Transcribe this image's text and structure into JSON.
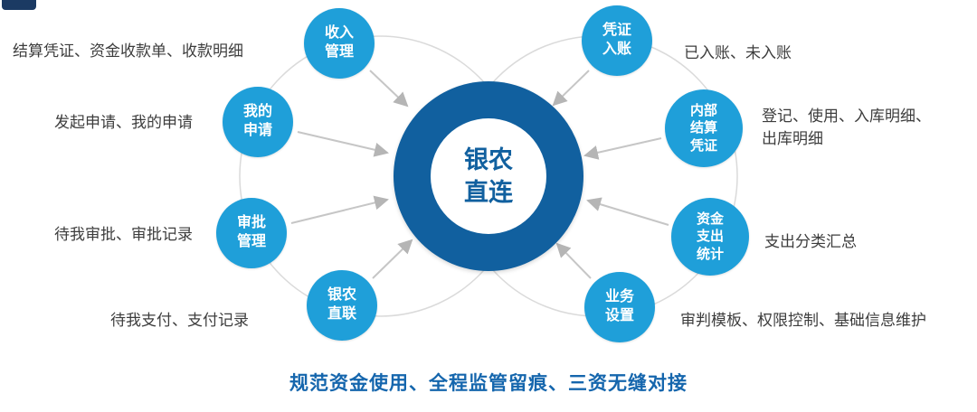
{
  "center": {
    "title": "银农\n直连"
  },
  "nodes": {
    "left": [
      {
        "label": "收入\n管理",
        "desc": "结算凭证、资金收款单、收款明细"
      },
      {
        "label": "我的\n申请",
        "desc": "发起申请、我的申请"
      },
      {
        "label": "审批\n管理",
        "desc": "待我审批、审批记录"
      },
      {
        "label": "银农\n直联",
        "desc": "待我支付、支付记录"
      }
    ],
    "right": [
      {
        "label": "凭证\n入账",
        "desc": "已入账、未入账"
      },
      {
        "label": "内部\n结算\n凭证",
        "desc": "登记、使用、入库明细、出库明细"
      },
      {
        "label": "资金\n支出\n统计",
        "desc": "支出分类汇总"
      },
      {
        "label": "业务\n设置",
        "desc": "审判模板、权限控制、基础信息维护"
      }
    ]
  },
  "footer": "规范资金使用、全程监管留痕、三资无缝对接",
  "colors": {
    "center_blue": "#11609f",
    "node_blue": "#1f9fd9",
    "footer_blue": "#1566ad",
    "arrow_gray": "#bdbdbd",
    "ring_gray": "#dadada"
  }
}
